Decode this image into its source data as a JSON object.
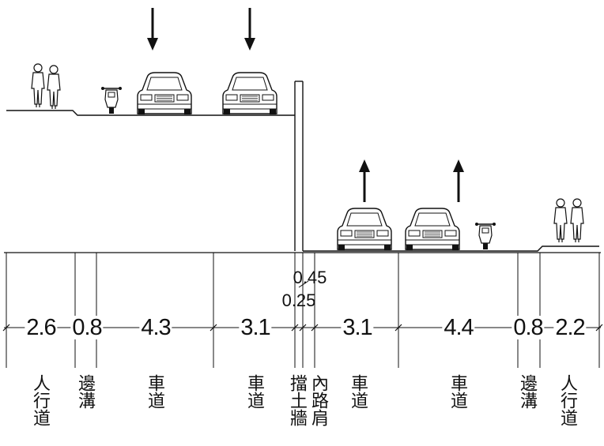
{
  "widths": {
    "sidewalk_left": "2.6",
    "ditch_left": "0.8",
    "lane_upper_outer": "4.3",
    "lane_upper_inner": "3.1",
    "inner_shoulder": "0.45",
    "retaining_wall": "0.25",
    "lane_lower_inner": "3.1",
    "lane_lower_outer": "4.4",
    "ditch_right": "0.8",
    "sidewalk_right": "2.2"
  },
  "labels": {
    "sidewalk_left": "人行道",
    "ditch_left": "邊溝",
    "lane_upper_outer": "車道",
    "lane_upper_inner": "車道",
    "retaining_wall": "擋土牆",
    "inner_shoulder": "內路肩",
    "lane_lower_inner": "車道",
    "lane_lower_outer": "車道",
    "ditch_right": "邊溝",
    "sidewalk_right": "人行道"
  },
  "icons": [
    "pedestrians-icon",
    "scooter-icon",
    "car-icon",
    "direction-arrow-icon"
  ],
  "colors": {
    "line": "#111111",
    "background": "#ffffff"
  }
}
